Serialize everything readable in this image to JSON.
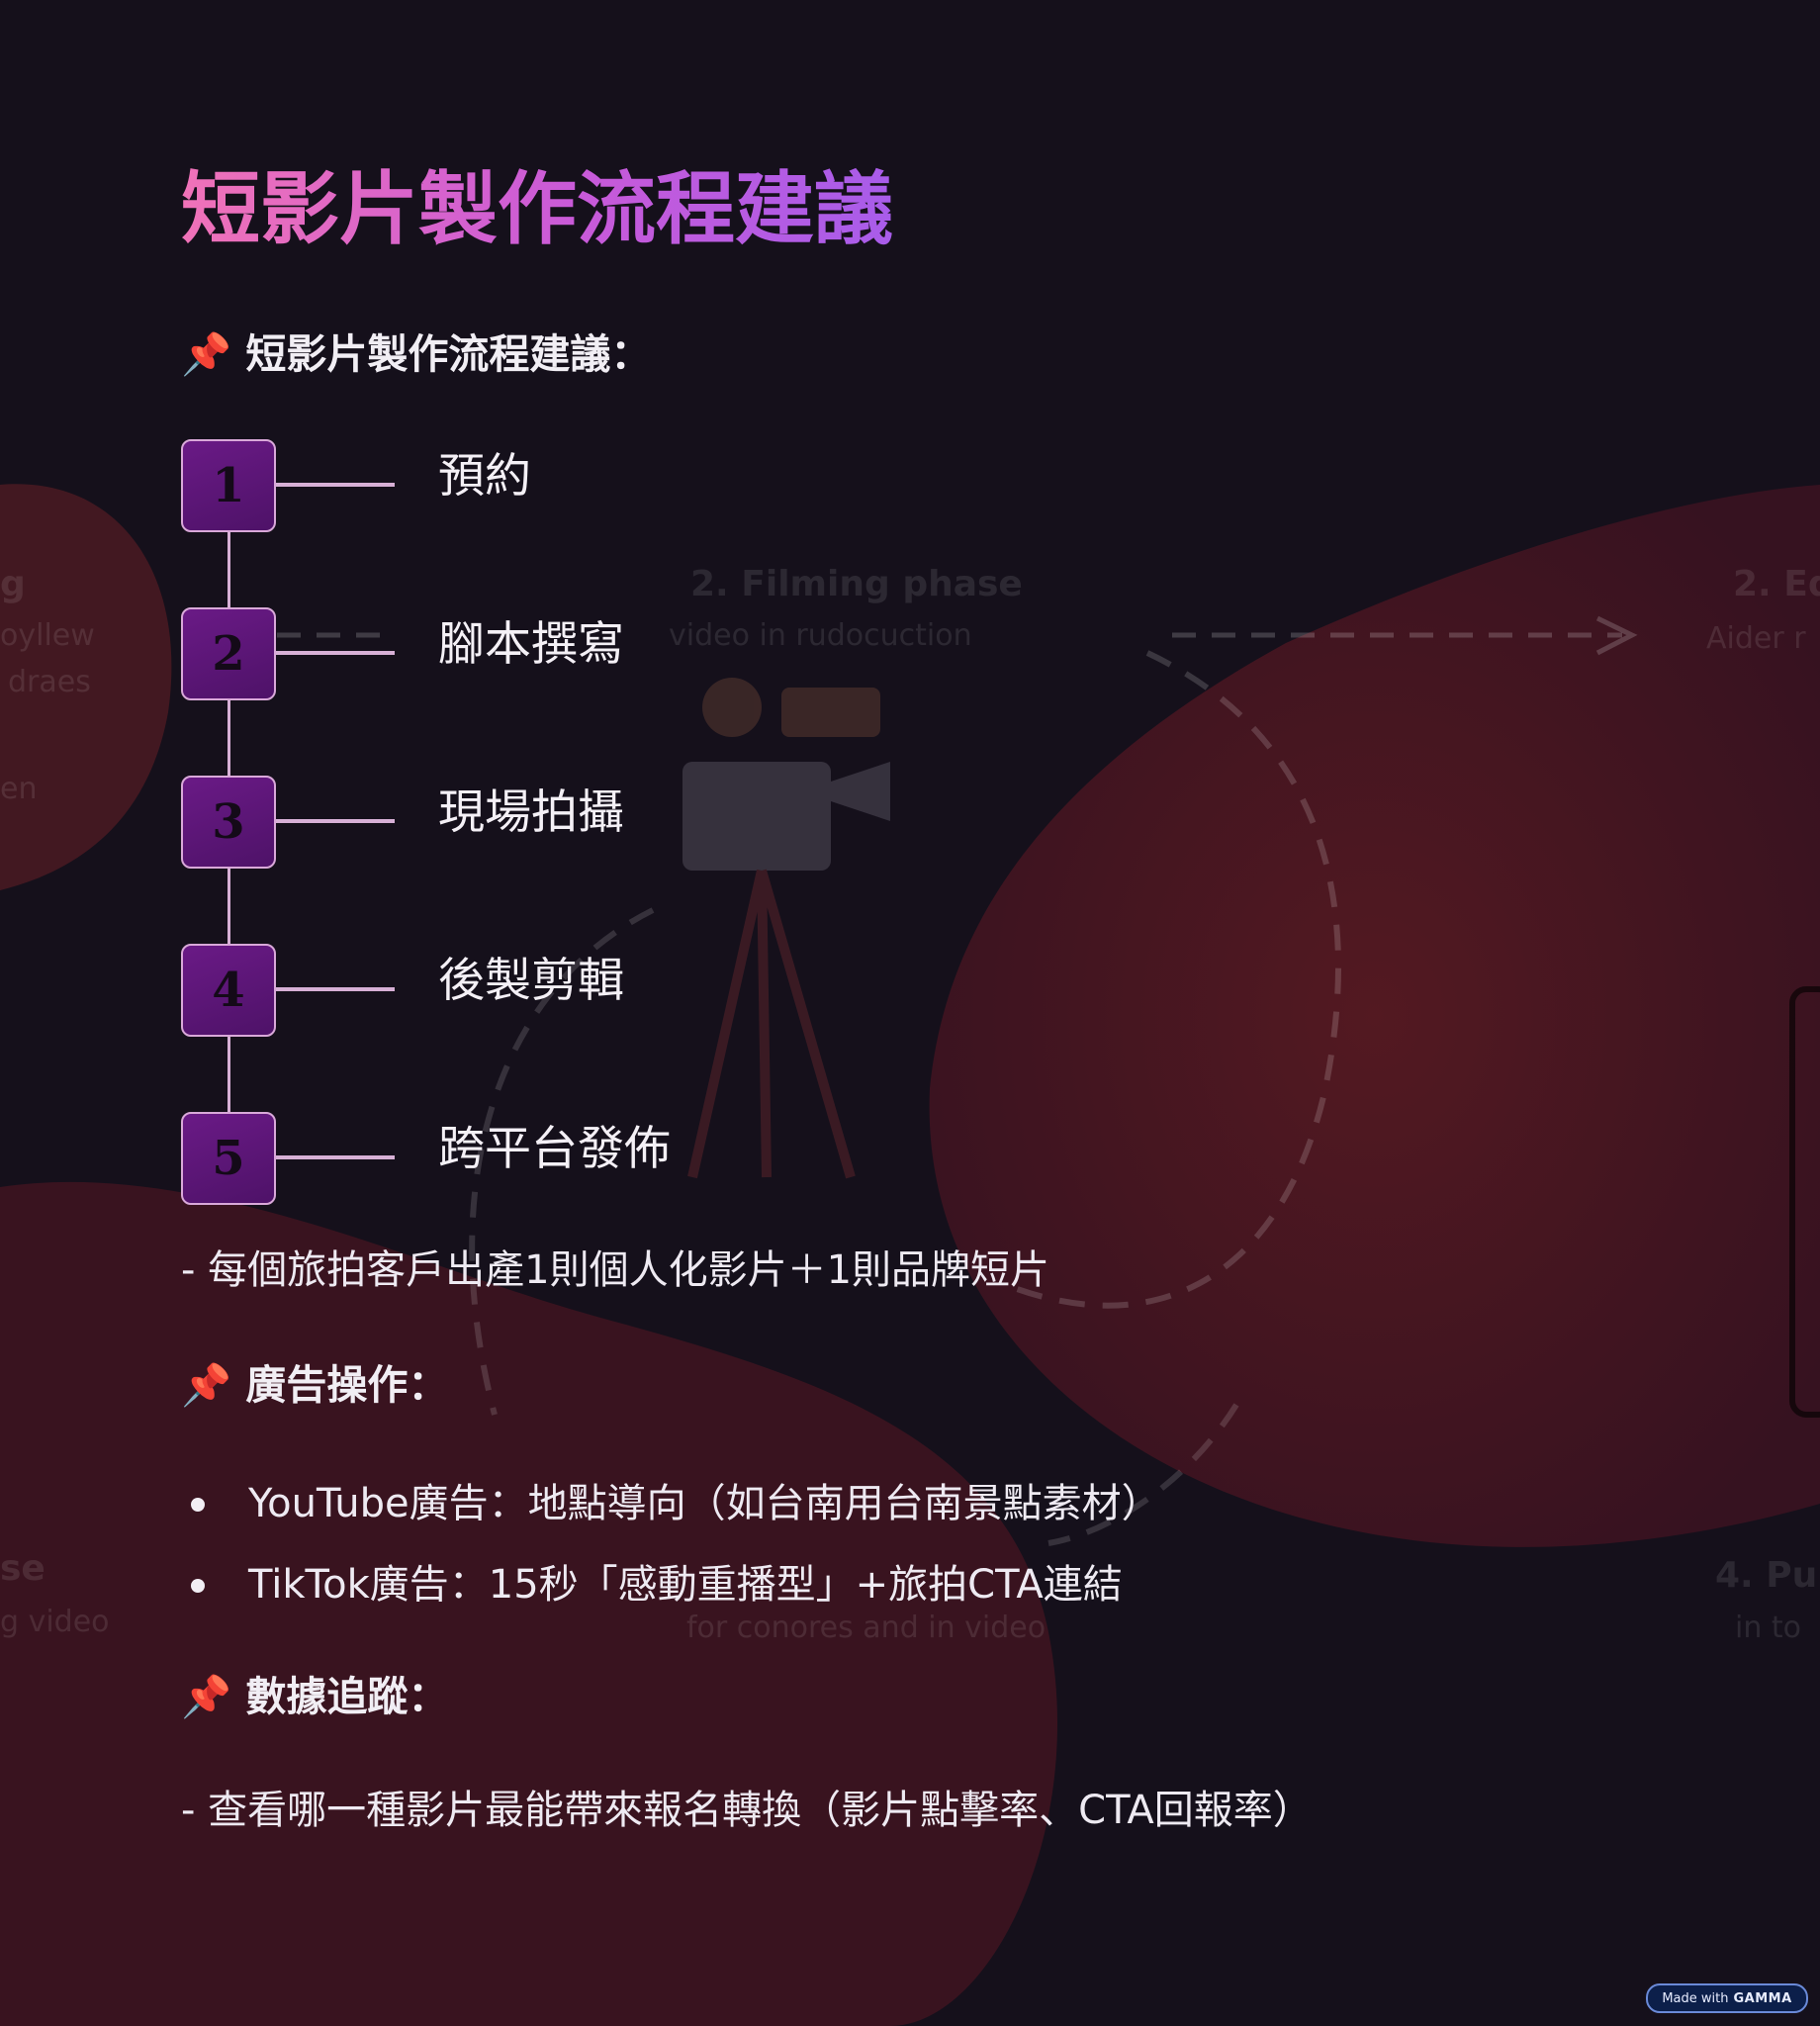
{
  "title": "短影片製作流程建議",
  "colors": {
    "background": "#15101b",
    "title_gradient": [
      "#f072b8",
      "#a85cea"
    ],
    "step_box": "#5a157a",
    "connector": "#d7b0d6",
    "blob": "#6e1c26"
  },
  "sections": {
    "workflow": {
      "icon": "pushpin-icon",
      "heading": "📌 短影片製作流程建議：",
      "steps": [
        {
          "number": "1",
          "label": "預約"
        },
        {
          "number": "2",
          "label": "腳本撰寫"
        },
        {
          "number": "3",
          "label": "現場拍攝"
        },
        {
          "number": "4",
          "label": "後製剪輯"
        },
        {
          "number": "5",
          "label": "跨平台發佈"
        }
      ],
      "note": "- 每個旅拍客戶出產1則個人化影片＋1則品牌短片"
    },
    "ads": {
      "icon": "pushpin-icon",
      "heading": "📌 廣告操作：",
      "items": [
        "YouTube廣告：地點導向（如台南用台南景點素材）",
        "TikTok廣告：15秒「感動重播型」+旅拍CTA連結"
      ]
    },
    "tracking": {
      "icon": "pushpin-icon",
      "heading": "📌 數據追蹤：",
      "note": "- 查看哪一種影片最能帶來報名轉換（影片點擊率、CTA回報率）"
    }
  },
  "background_labels": {
    "filming_title": "2. Filming phase",
    "filming_sub": "video in rudocuction",
    "right_title": "2. Ed",
    "right_sub": "Aider r",
    "left_title": "g",
    "left_sub1": "oyllew",
    "left_sub2": "draes",
    "left_sub3": "en",
    "bottom_left_title": "se",
    "bottom_left_sub": "g video",
    "bottom_mid_sub": "for conores and in video",
    "bottom_right_title": "4. Pu",
    "bottom_right_sub": "in to"
  },
  "badge": {
    "prefix": "Made with",
    "brand": "GAMMA"
  }
}
